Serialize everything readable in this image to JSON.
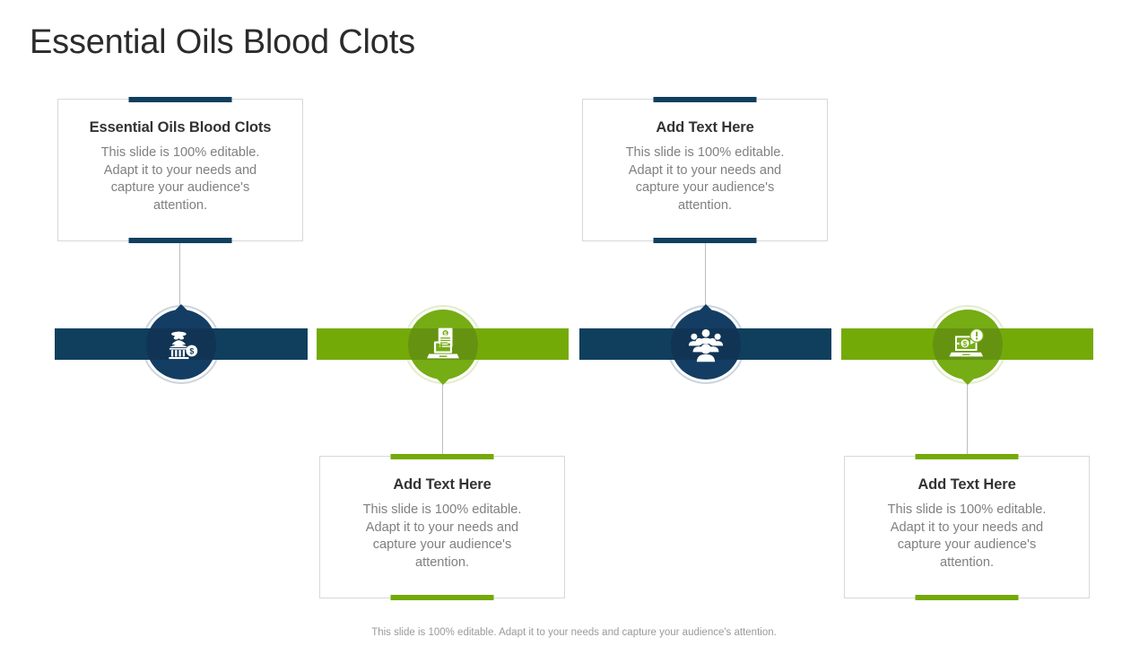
{
  "slide": {
    "title": "Essential Oils Blood Clots",
    "footer_note": "This slide is 100% editable. Adapt it to your needs and capture your audience's attention."
  },
  "colors": {
    "navy": "#103f5e",
    "navy_circle": "#143d63",
    "green": "#74aa07",
    "green_circle": "#76ac14",
    "heading": "#333333",
    "body_text": "#808080",
    "title_text": "#2b2b2b",
    "card_border": "#d8d8d8",
    "connector": "#bdbdbd",
    "footer_text": "#9a9a9a"
  },
  "body_text_default": "This slide is 100% editable. Adapt it to your needs and capture your audience's attention.",
  "cards": [
    {
      "id": "card-1",
      "position": "top",
      "heading": "Essential Oils Blood Clots",
      "body": "This slide is 100% editable. Adapt it to your needs and capture your audience's attention.",
      "accent": "navy"
    },
    {
      "id": "card-2",
      "position": "bottom",
      "heading": "Add Text Here",
      "body": "This slide is 100% editable. Adapt it to your needs and capture your audience's attention.",
      "accent": "green"
    },
    {
      "id": "card-3",
      "position": "top",
      "heading": "Add Text Here",
      "body": "This slide is 100% editable. Adapt it to your needs and capture your audience's attention.",
      "accent": "navy"
    },
    {
      "id": "card-4",
      "position": "bottom",
      "heading": "Add Text Here",
      "body": "This slide is 100% editable. Adapt it to your needs and capture your audience's attention.",
      "accent": "green"
    }
  ],
  "nodes": [
    {
      "id": "node-1",
      "icon": "bank-robber-money-icon",
      "color": "navy"
    },
    {
      "id": "node-2",
      "icon": "laptop-invoice-money-icon",
      "color": "green"
    },
    {
      "id": "node-3",
      "icon": "team-people-group-icon",
      "color": "navy"
    },
    {
      "id": "node-4",
      "icon": "laptop-money-alert-icon",
      "color": "green"
    }
  ],
  "bands": [
    {
      "id": "band-1",
      "color": "navy"
    },
    {
      "id": "band-2",
      "color": "green"
    },
    {
      "id": "band-3",
      "color": "navy"
    },
    {
      "id": "band-4",
      "color": "green"
    }
  ]
}
